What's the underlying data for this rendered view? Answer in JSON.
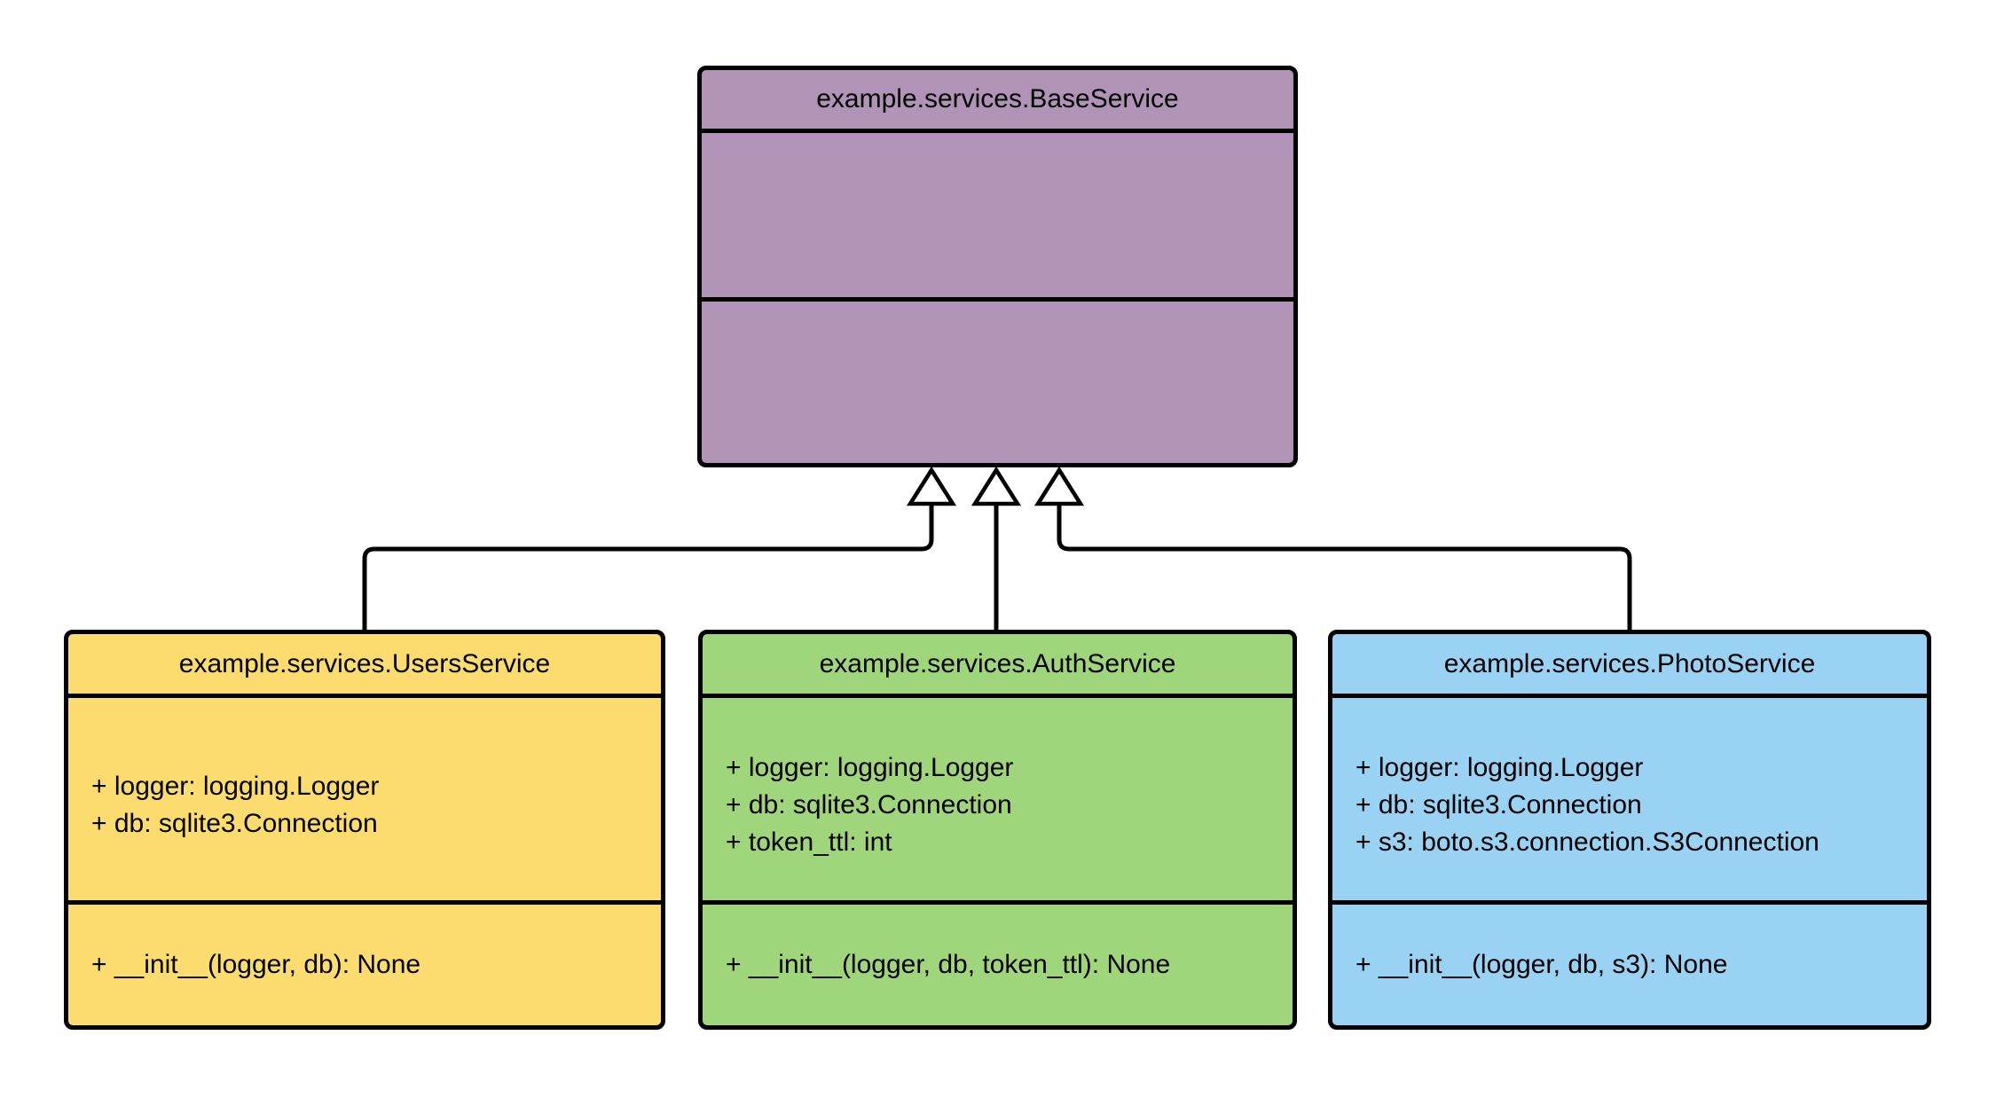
{
  "diagram": {
    "type": "uml-class-diagram",
    "background_color": "#ffffff",
    "stroke_color": "#000000",
    "text_color": "#000000",
    "classes": [
      {
        "id": "base",
        "title": "example.services.BaseService",
        "fill": "#b293b8",
        "attributes": [],
        "methods": []
      },
      {
        "id": "users",
        "title": "example.services.UsersService",
        "fill": "#fcdc6e",
        "attributes": [
          "+ logger: logging.Logger",
          "+ db: sqlite3.Connection"
        ],
        "methods": [
          "+ __init__(logger, db): None"
        ]
      },
      {
        "id": "auth",
        "title": "example.services.AuthService",
        "fill": "#a0d67b",
        "attributes": [
          "+ logger: logging.Logger",
          "+ db: sqlite3.Connection",
          "+ token_ttl: int"
        ],
        "methods": [
          "+ __init__(logger, db, token_ttl): None"
        ]
      },
      {
        "id": "photo",
        "title": "example.services.PhotoService",
        "fill": "#99d2f2",
        "attributes": [
          "+ logger: logging.Logger",
          "+ db: sqlite3.Connection",
          "+ s3: boto.s3.connection.S3Connection"
        ],
        "methods": [
          "+ __init__(logger, db, s3): None"
        ]
      }
    ],
    "relationships": [
      {
        "type": "inheritance",
        "from": "example.services.UsersService",
        "to": "example.services.BaseService"
      },
      {
        "type": "inheritance",
        "from": "example.services.AuthService",
        "to": "example.services.BaseService"
      },
      {
        "type": "inheritance",
        "from": "example.services.PhotoService",
        "to": "example.services.BaseService"
      }
    ]
  }
}
